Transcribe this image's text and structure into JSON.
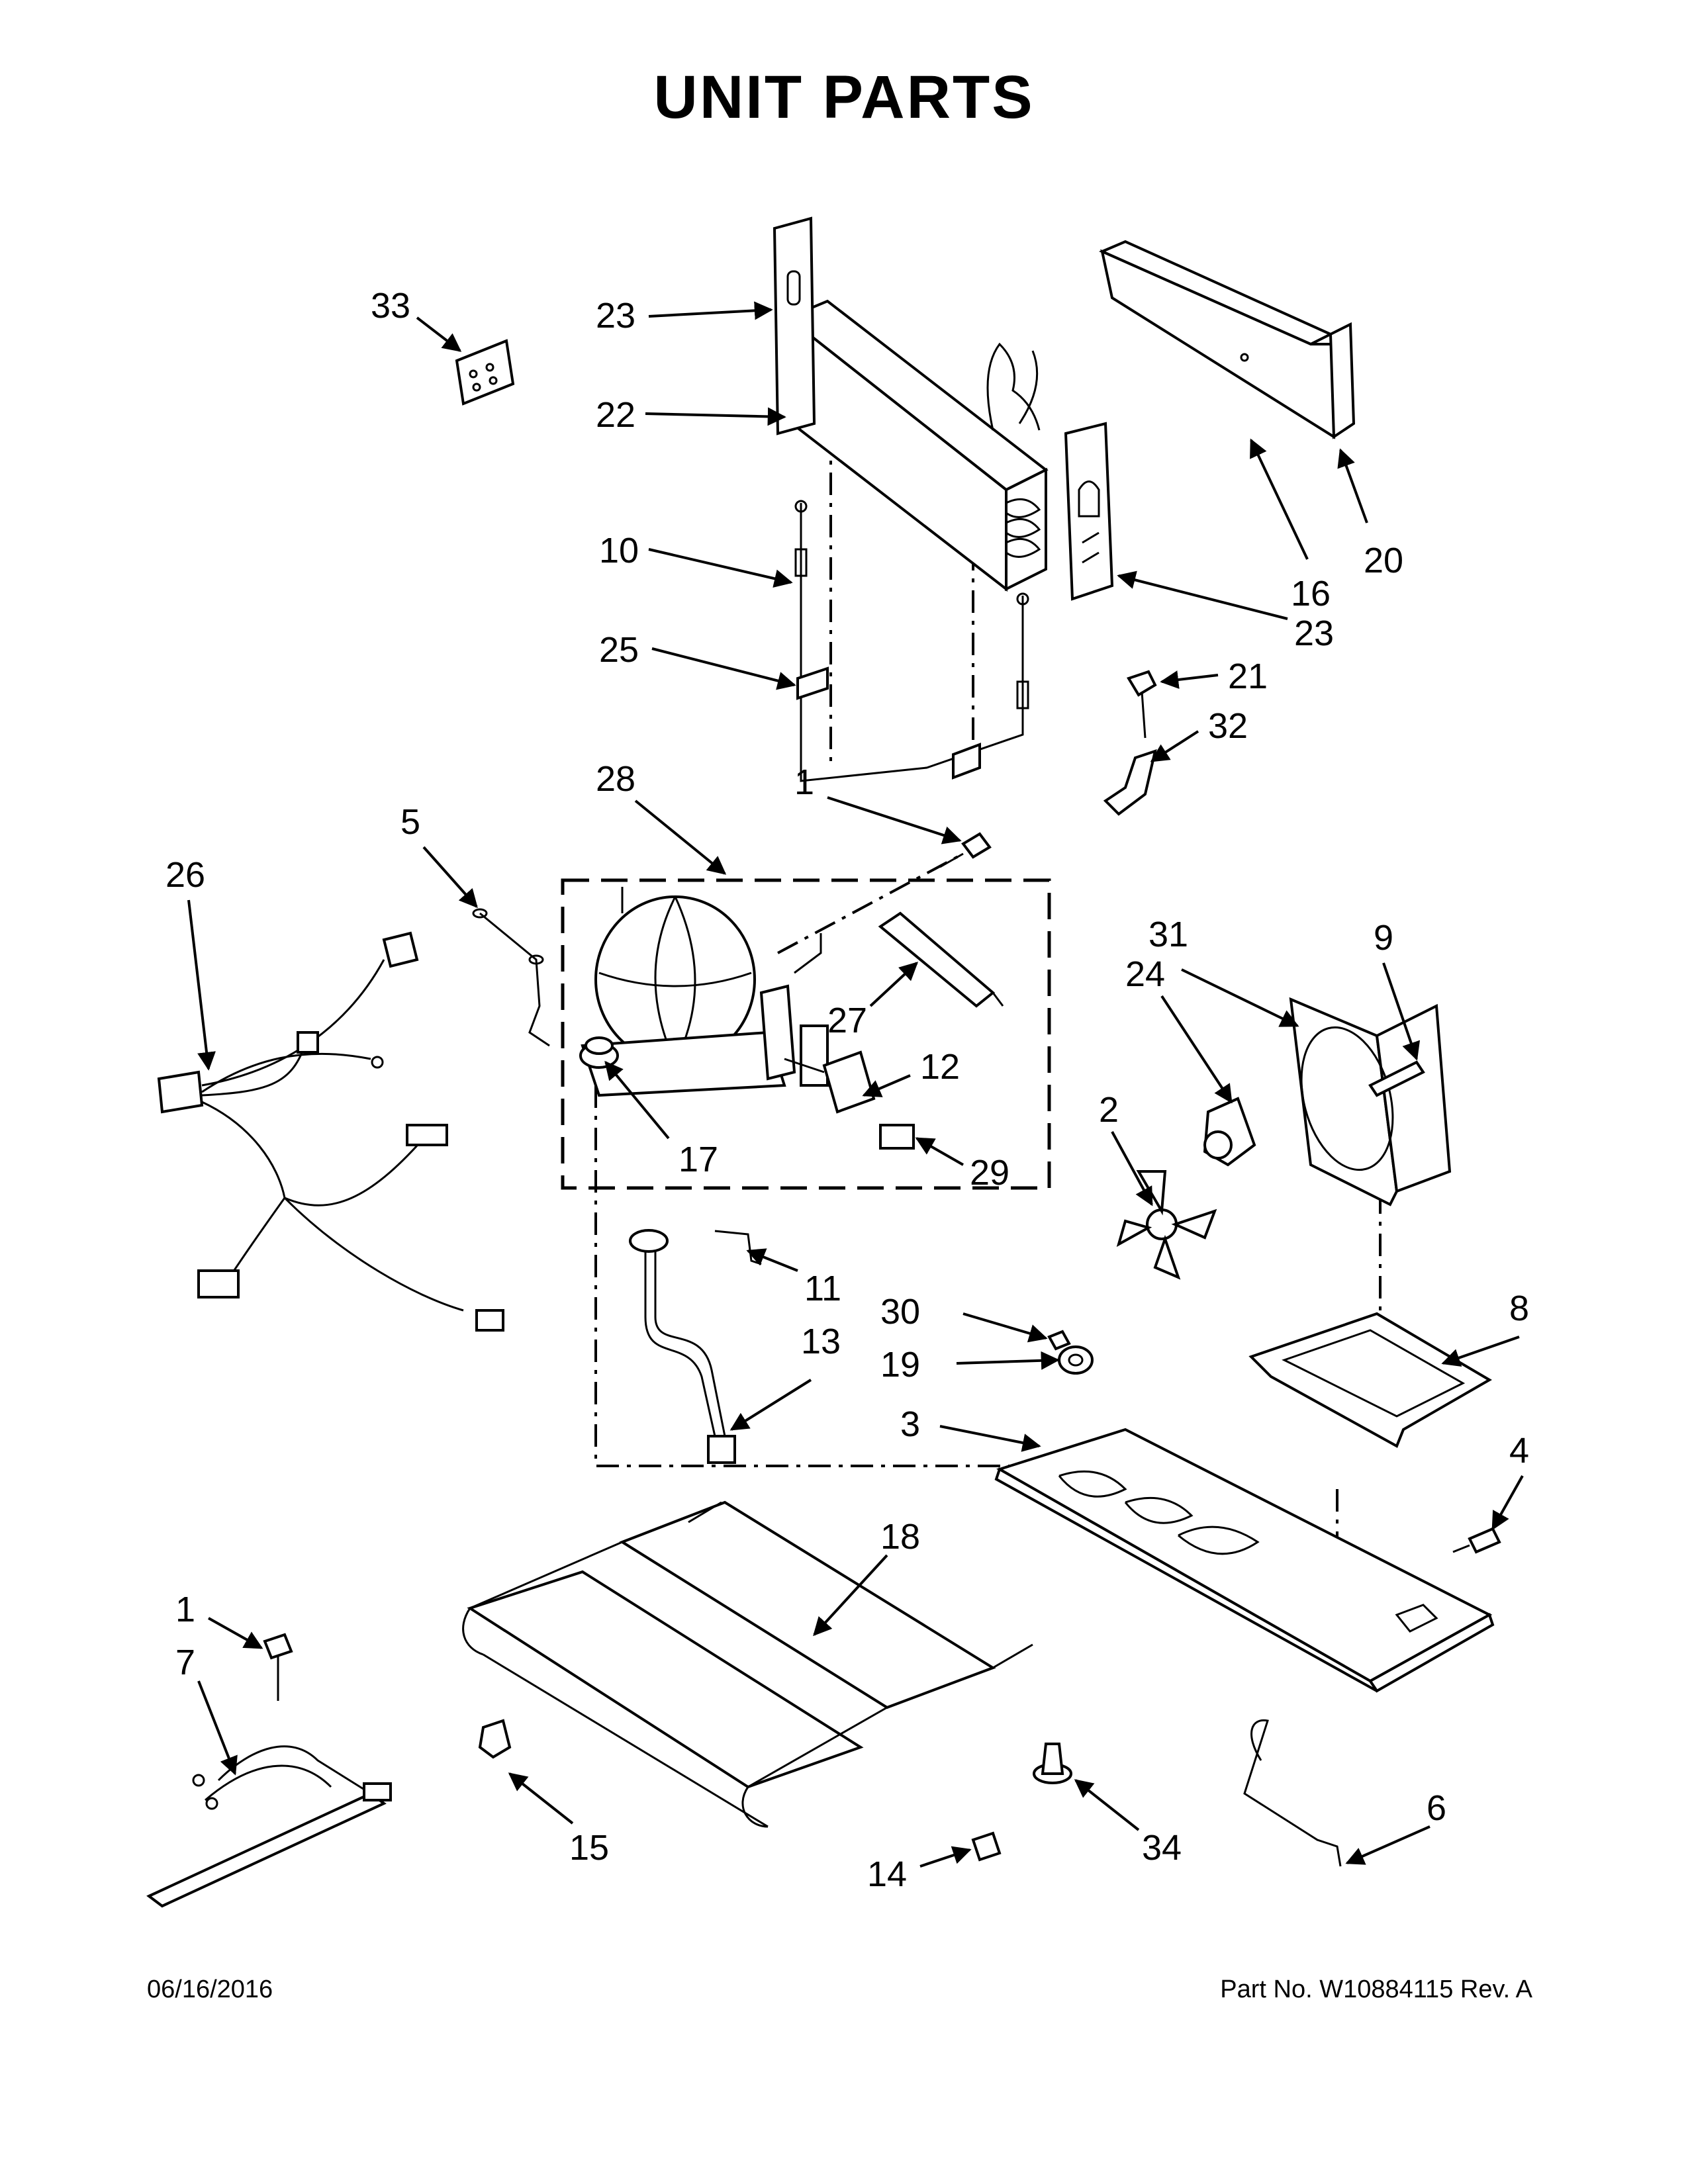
{
  "title": "UNIT PARTS",
  "footer": {
    "date": "06/16/2016",
    "part_no": "Part No.  W10884115  Rev. A"
  },
  "callouts": {
    "c1a": "1",
    "c1b": "1",
    "c2": "2",
    "c3": "3",
    "c4": "4",
    "c5": "5",
    "c6": "6",
    "c7": "7",
    "c8": "8",
    "c9": "9",
    "c10": "10",
    "c11": "11",
    "c12": "12",
    "c13": "13",
    "c14": "14",
    "c15": "15",
    "c16": "16",
    "c17": "17",
    "c18": "18",
    "c19": "19",
    "c20": "20",
    "c21": "21",
    "c22": "22",
    "c23a": "23",
    "c23b": "23",
    "c24": "24",
    "c25": "25",
    "c26": "26",
    "c27": "27",
    "c28": "28",
    "c29": "29",
    "c30": "30",
    "c31": "31",
    "c32": "32",
    "c33": "33",
    "c34": "34"
  }
}
